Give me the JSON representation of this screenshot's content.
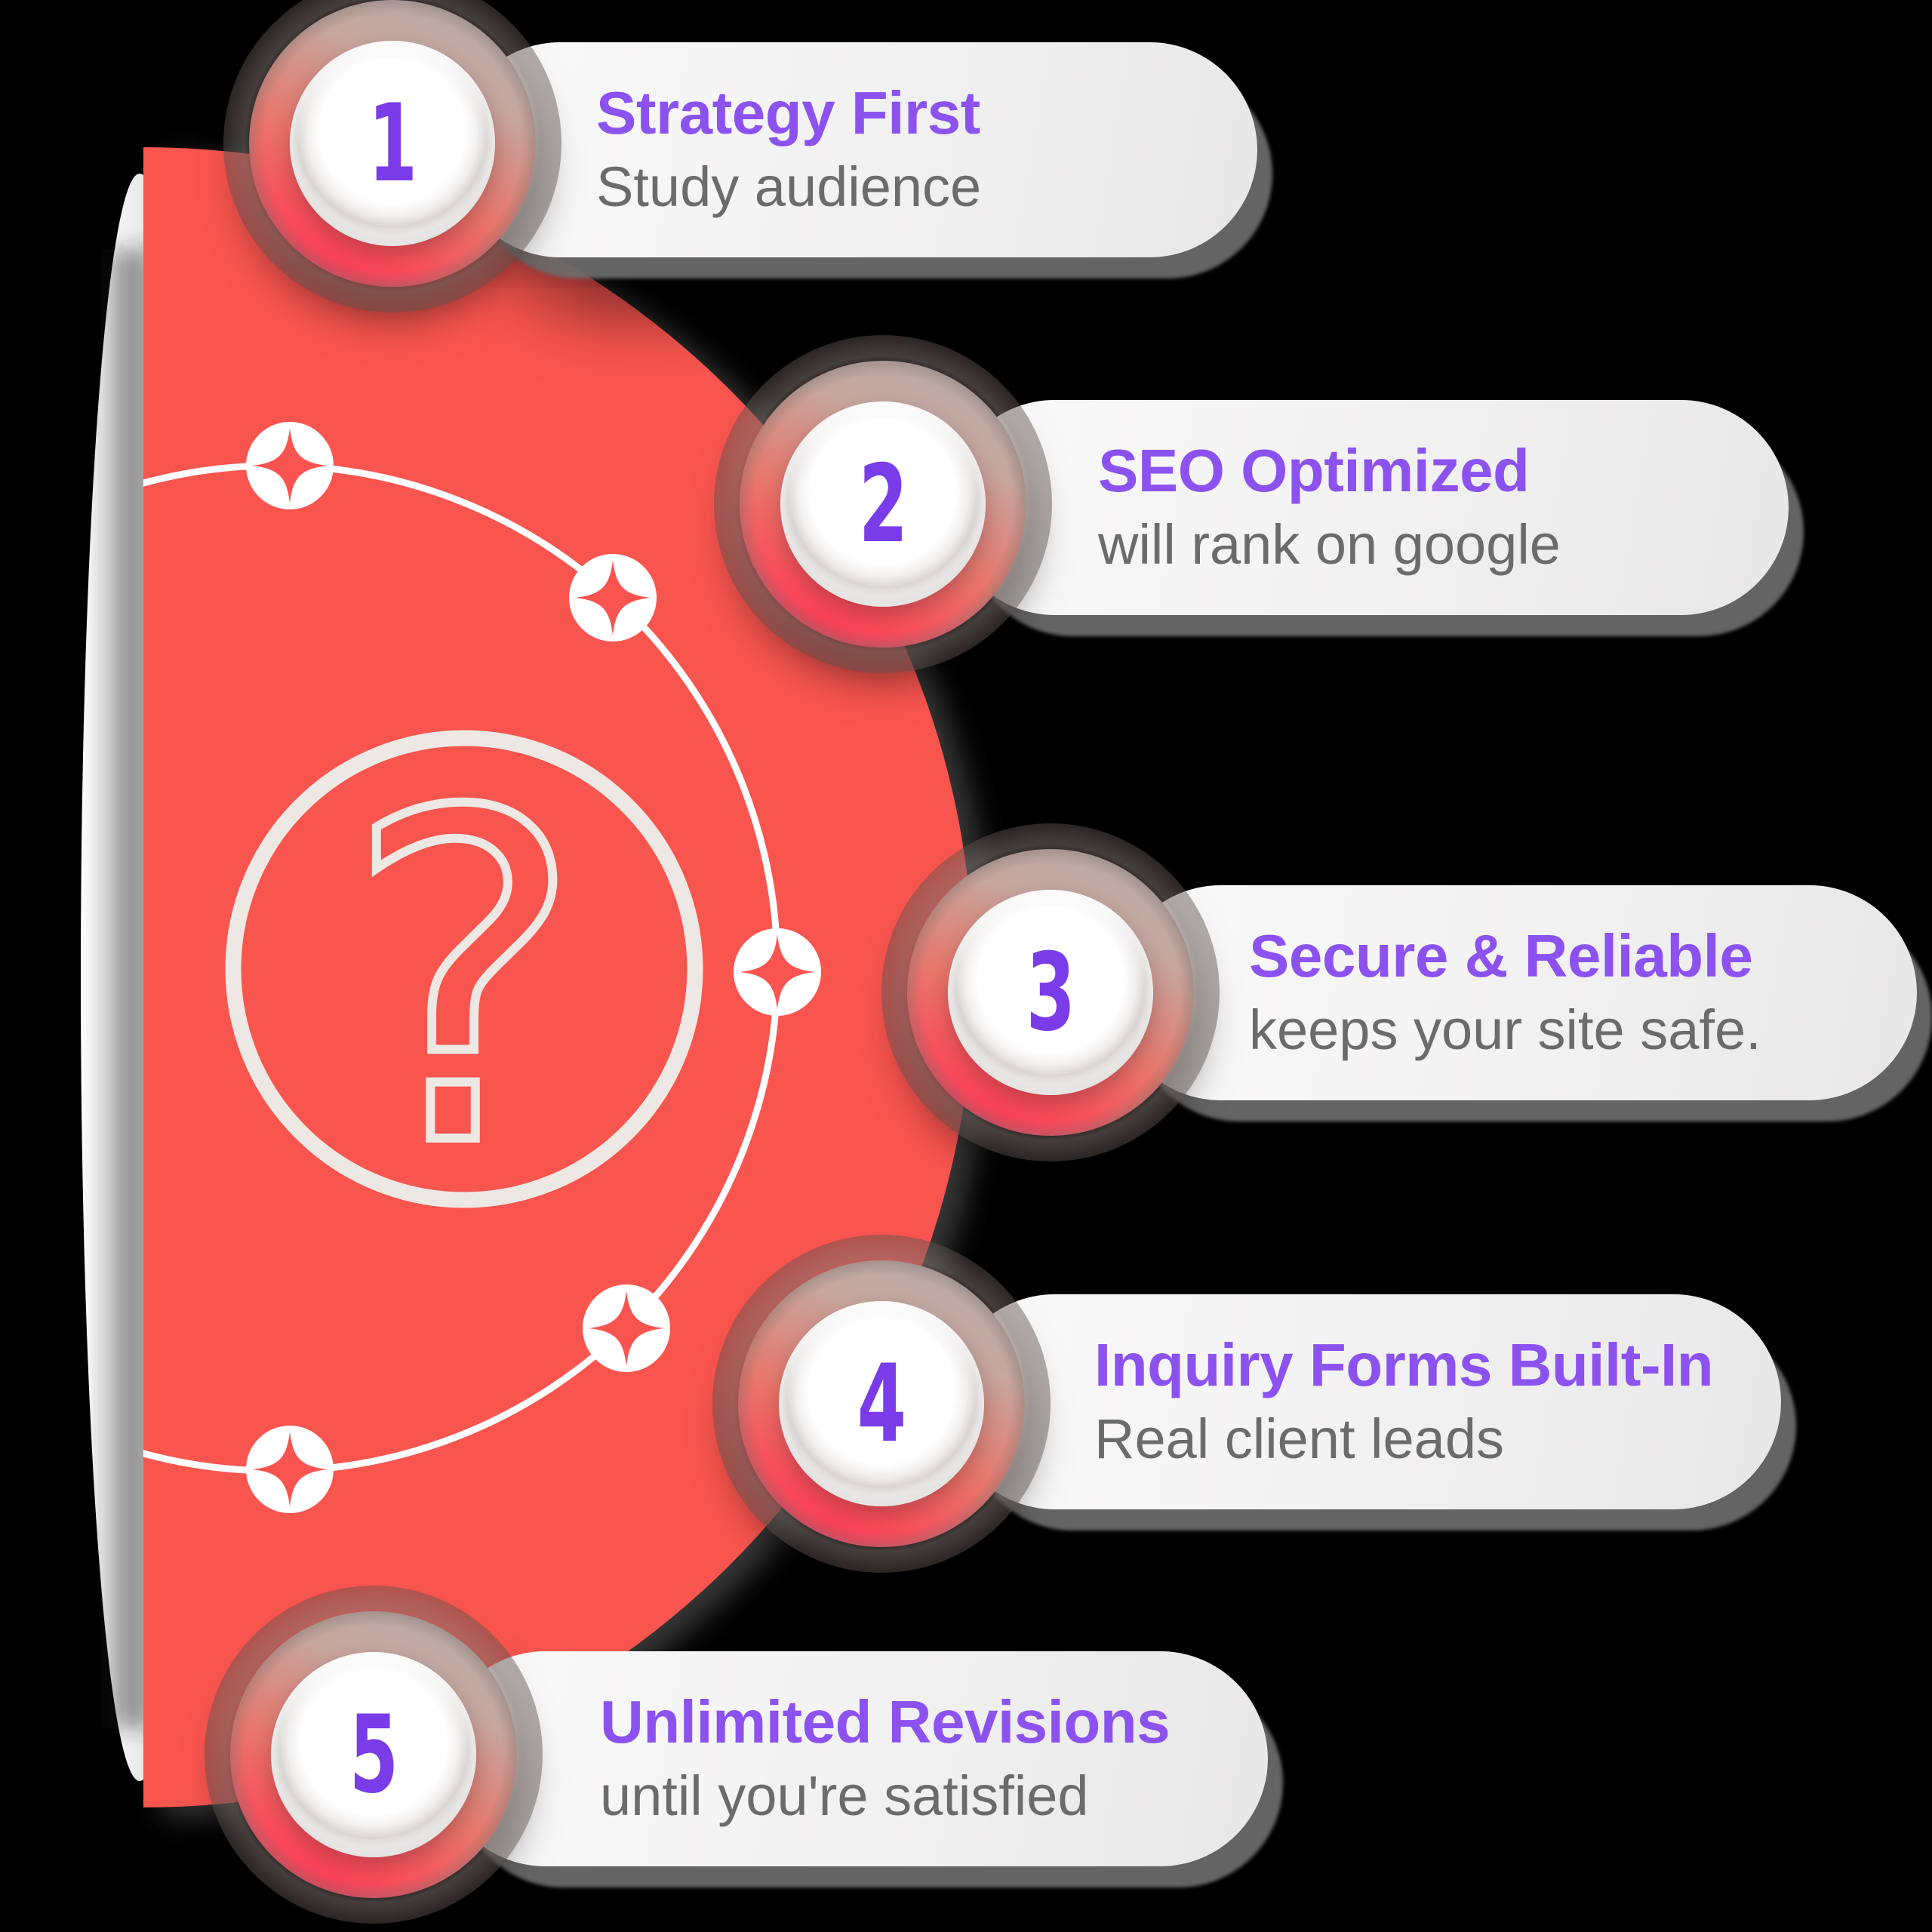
{
  "center": {
    "symbol": "?"
  },
  "colors": {
    "background": "#000000",
    "half_circle_red": "#F95450",
    "ring_pink": "#FB2D55",
    "ring_gray": "#B8ADAA",
    "number_purple": "#7A3BE8",
    "title_purple": "#8C52F0",
    "subtitle_gray": "#6C6B6B",
    "pill_background": "#F2F1F1",
    "line_white": "#FFFFFF",
    "circle_beige": "#EDE8E3"
  },
  "items": [
    {
      "number": "1",
      "title": "Strategy First",
      "subtitle": "Study audience"
    },
    {
      "number": "2",
      "title": "SEO Optimized",
      "subtitle": "will rank on google"
    },
    {
      "number": "3",
      "title": "Secure & Reliable",
      "subtitle": "keeps your site safe."
    },
    {
      "number": "4",
      "title": "Inquiry Forms Built-In",
      "subtitle": "Real client leads"
    },
    {
      "number": "5",
      "title": "Unlimited Revisions",
      "subtitle": "until you're satisfied"
    }
  ]
}
